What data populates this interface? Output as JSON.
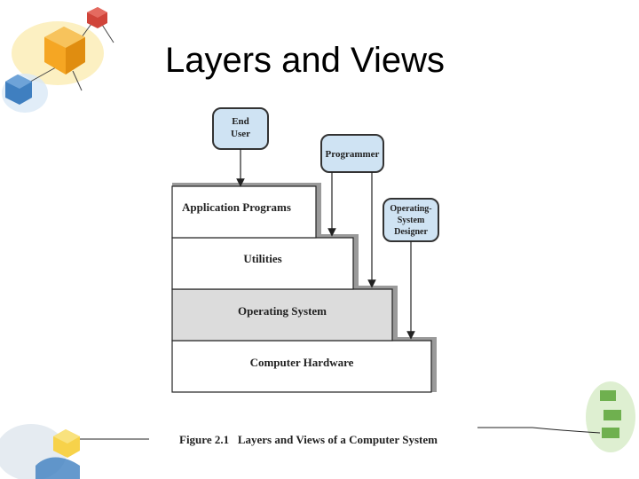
{
  "slide": {
    "title": "Layers and Views"
  },
  "diagram": {
    "actors": {
      "end_user": [
        "End",
        "User"
      ],
      "programmer": "Programmer",
      "os_designer": [
        "Operating-",
        "System",
        "Designer"
      ]
    },
    "layers": {
      "application_programs": "Application Programs",
      "utilities": "Utilities",
      "operating_system": "Operating System",
      "computer_hardware": "Computer Hardware"
    },
    "caption": "Figure 2.1   Layers and Views of a Computer System"
  },
  "colors": {
    "actor_fill": "#cfe3f3",
    "actor_border": "#333333",
    "os_layer_fill": "#dcdcdc",
    "layer_shadow": "#9a9a9a",
    "cube_orange": "#f5a623",
    "cube_yellow": "#f7d24a",
    "cube_blue": "#3f7fc0",
    "cube_red": "#d0443a",
    "cube_green": "#6fb04f"
  }
}
